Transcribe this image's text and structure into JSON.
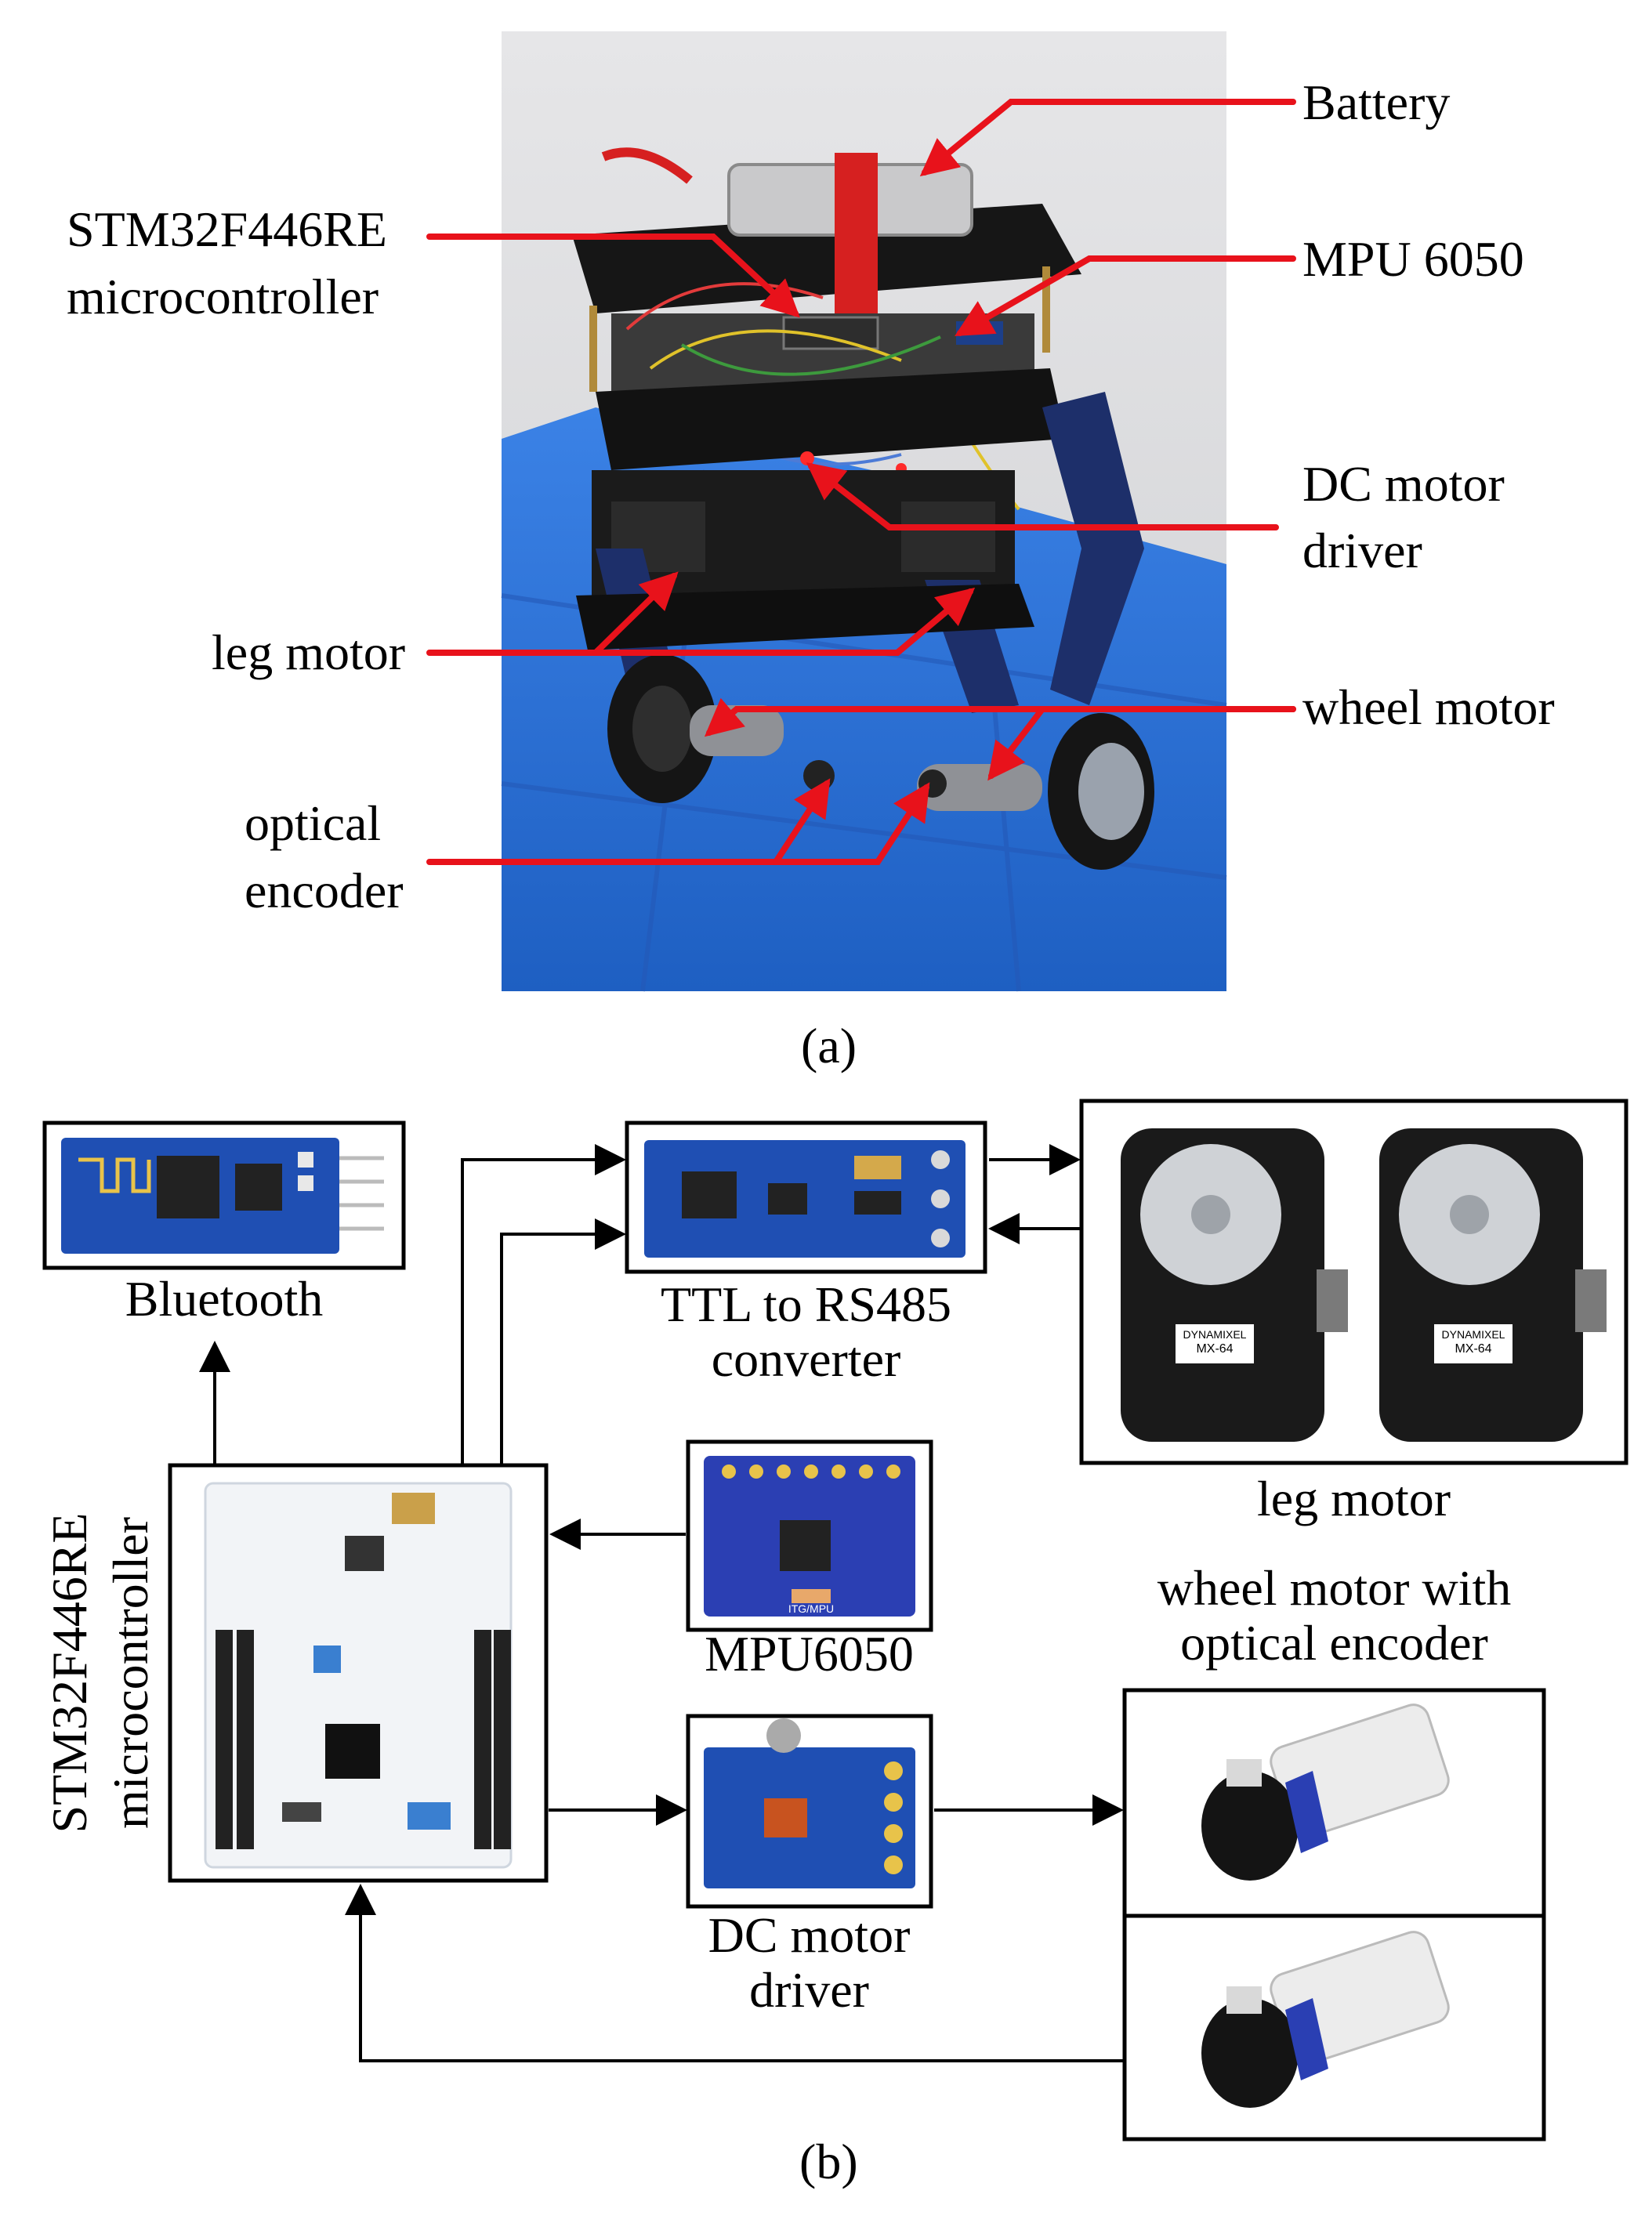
{
  "panel_a": {
    "caption": "(a)",
    "labels": {
      "battery": "Battery",
      "mcu_line1": "STM32F446RE",
      "mcu_line2": "microcontroller",
      "mpu": "MPU 6050",
      "dc_driver_line1": "DC motor",
      "dc_driver_line2": "driver",
      "leg_motor": "leg motor",
      "wheel_motor": "wheel motor",
      "encoder_line1": "optical",
      "encoder_line2": "encoder"
    },
    "colors": {
      "pointer": "#e8121b",
      "backdrop": "#dcdcdc",
      "mat": "#2e73d6"
    }
  },
  "panel_b": {
    "caption": "(b)",
    "blocks": {
      "bluetooth": "Bluetooth",
      "ttl_line1": "TTL to RS485",
      "ttl_line2": "converter",
      "leg_motor": "leg motor",
      "mpu": "MPU6050",
      "mcu_line1": "STM32F446RE",
      "mcu_line2": "microcontroller",
      "wheel_line1": "wheel motor with",
      "wheel_line2": "optical encoder",
      "dc_line1": "DC motor",
      "dc_line2": "driver"
    },
    "module_text": {
      "servo_brand": "DYNAMIXEL",
      "servo_model": "MX-64",
      "mpu_chip": "ITG/MPU"
    },
    "colors": {
      "pcb_blue": "#1f4fb3",
      "servo_body": "#1a1a1a",
      "nucleo_white": "#f2f4f7"
    }
  }
}
